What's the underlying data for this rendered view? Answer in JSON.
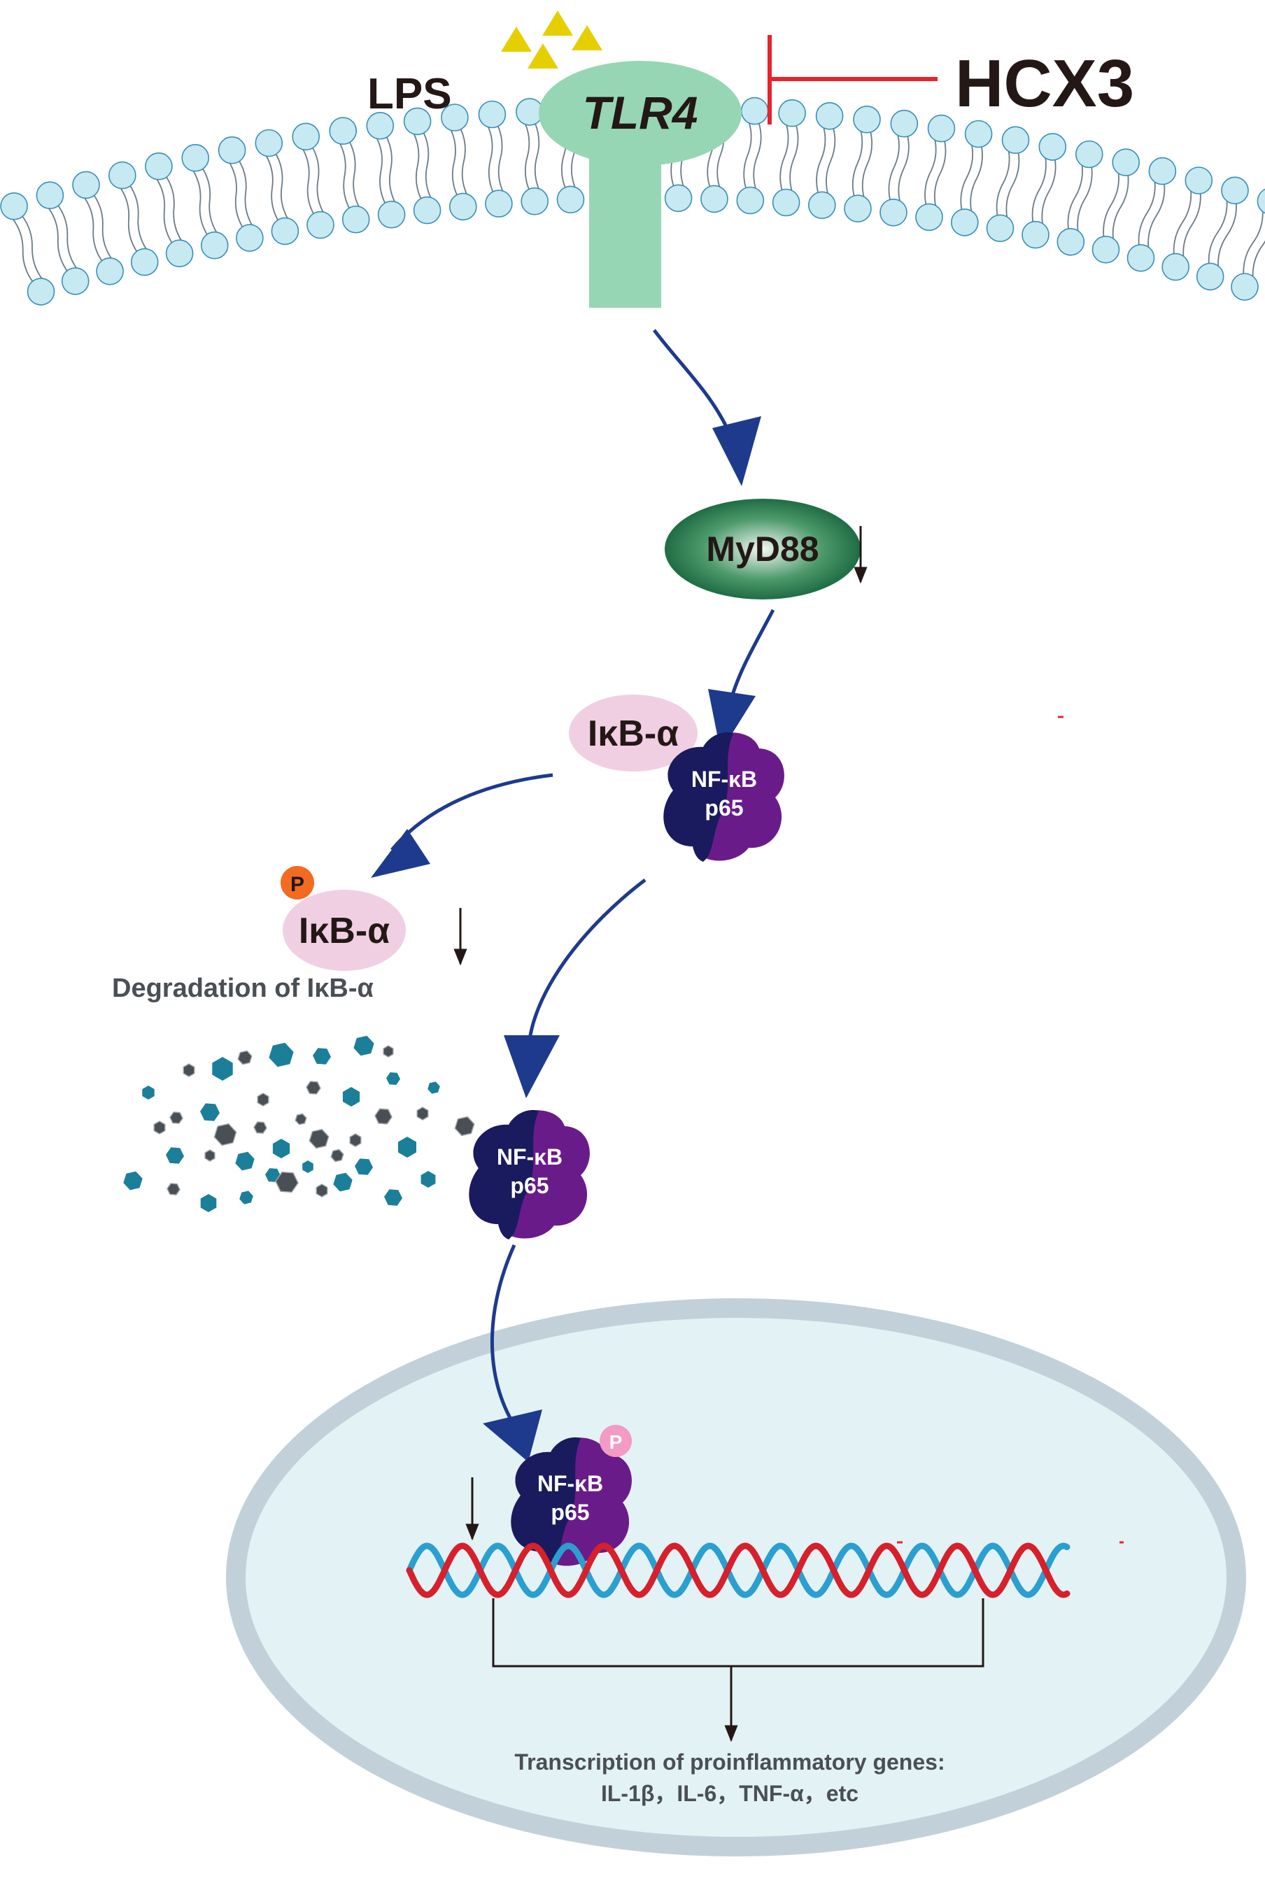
{
  "labels": {
    "lps": "LPS",
    "tlr4": "TLR4",
    "hcx3": "HCX3",
    "myd88": "MyD88",
    "ikba_top": "IκB-α",
    "nfkb_top_line1": "NF-κB",
    "nfkb_top_line2": "p65",
    "phospho_ikba_p": "P",
    "ikba_phospho": "IκB-α",
    "degradation": "Degradation of IκB-α",
    "nfkb_mid_line1": "NF-κB",
    "nfkb_mid_line2": "p65",
    "nfkb_nuc_line1": "NF-κB",
    "nfkb_nuc_line2": "p65",
    "nfkb_nuc_p": "P",
    "transcription_title": "Transcription of proinflammatory genes:",
    "transcription_genes": "IL-1β，IL-6，TNF-α，etc"
  },
  "colors": {
    "lipid_head": "#c7e9f1",
    "lipid_outline": "#3b8fb8",
    "tlr4": "#96d6b4",
    "lps_triangle": "#e6cf00",
    "inhibit": "#e8242b",
    "pathway_arrow": "#1e3a8c",
    "myd88": "#1f6b3f",
    "ikba": "#f1cfe3",
    "nfkb_dark": "#1a1a5e",
    "nfkb_purple": "#6a1b8a",
    "phospho_orange": "#f26b21",
    "phospho_pink": "#f29bc4",
    "debris_teal": "#1b7f9a",
    "debris_dark": "#4a4f55",
    "nucleus_fill": "#e3f2f4",
    "nucleus_border": "#c2d1d9",
    "dna_red": "#d6202b",
    "dna_blue": "#2a9fd0"
  }
}
